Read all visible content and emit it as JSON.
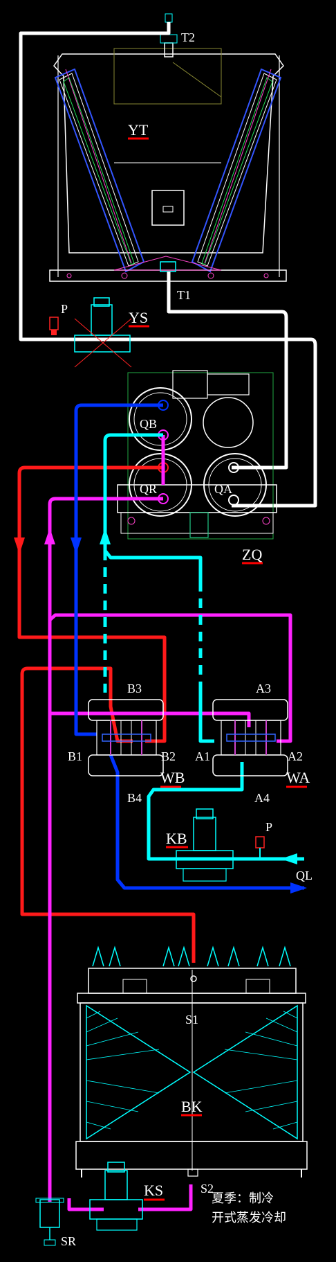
{
  "colors": {
    "background": "#000000",
    "cooling_water": "#ffffff",
    "chilled_water_supply": "#0033ff",
    "chilled_water_return": "#00ffff",
    "hot_water": "#ff1a1a",
    "tower_water": "#ff22ff",
    "equipment_outline": "#ffffff",
    "underline": "#ff0000"
  },
  "labels": {
    "T2": "T2",
    "YT": "YT",
    "T1": "T1",
    "P_top": "P",
    "YS": "YS",
    "QB": "QB",
    "QR": "QR",
    "QA": "QA",
    "ZQ": "ZQ",
    "B3": "B3",
    "A3": "A3",
    "B1": "B1",
    "B2": "B2",
    "A1": "A1",
    "A2": "A2",
    "WB": "WB",
    "WA": "WA",
    "B4": "B4",
    "A4": "A4",
    "KB": "KB",
    "P_bottom": "P",
    "QL": "QL",
    "S1": "S1",
    "BK": "BK",
    "S2": "S2",
    "KS": "KS",
    "SR": "SR",
    "season": "夏季：制冷",
    "mode": "开式蒸发冷却"
  }
}
